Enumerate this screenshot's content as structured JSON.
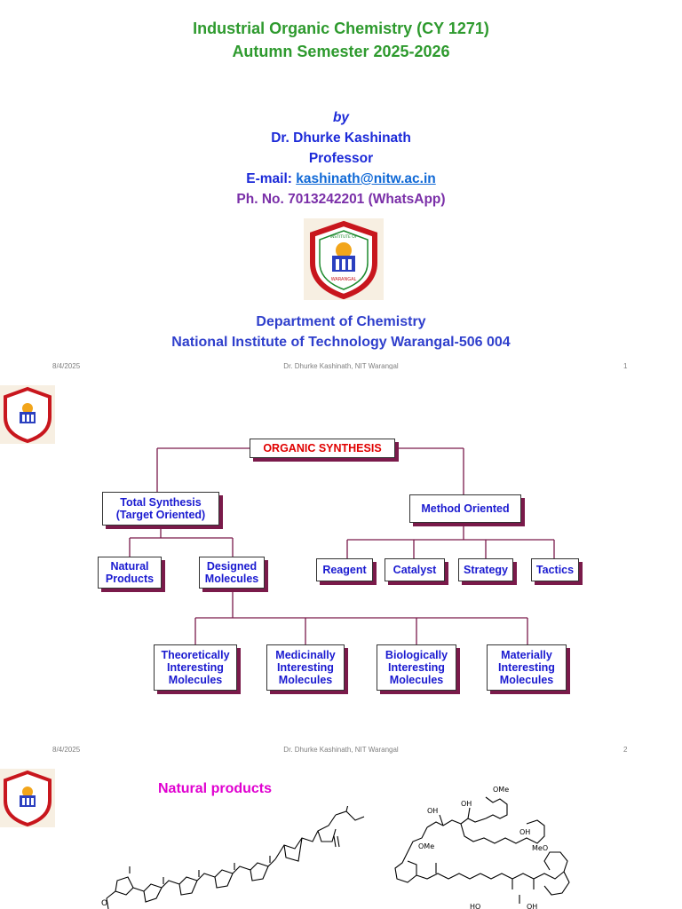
{
  "slide1": {
    "title_line1": "Industrial Organic Chemistry (CY 1271)",
    "title_line2": "Autumn Semester 2025-2026",
    "by": "by",
    "author": "Dr. Dhurke Kashinath",
    "position": "Professor",
    "email_label": "E-mail:",
    "email": "kashinath@nitw.ac.in",
    "phone": "Ph. No. 7013242201 (WhatsApp)",
    "department": "Department of Chemistry",
    "institute": "National Institute of Technology Warangal-506 004",
    "logo_text_top": "INSTITUTE OF",
    "logo_text_bottom": "WARANGAL",
    "footer": {
      "date": "8/4/2025",
      "author": "Dr. Dhurke Kashinath, NIT Warangal",
      "page": "1"
    }
  },
  "slide2": {
    "root": "ORGANIC  SYNTHESIS",
    "total_synthesis_line1": "Total Synthesis",
    "total_synthesis_line2": "(Target Oriented)",
    "method_oriented": "Method Oriented",
    "natural_products_line1": "Natural",
    "natural_products_line2": "Products",
    "designed_molecules_line1": "Designed",
    "designed_molecules_line2": "Molecules",
    "reagent": "Reagent",
    "catalyst": "Catalyst",
    "strategy": "Strategy",
    "tactics": "Tactics",
    "theoretical_line1": "Theoretically",
    "theoretical_line2": "Interesting",
    "theoretical_line3": "Molecules",
    "medicinal_line1": "Medicinally",
    "medicinal_line2": "Interesting",
    "medicinal_line3": "Molecules",
    "biological_line1": "Biologically",
    "biological_line2": "Interesting",
    "biological_line3": "Molecules",
    "material_line1": "Materially",
    "material_line2": "Interesting",
    "material_line3": "Molecules",
    "footer": {
      "date": "8/4/2025",
      "author": "Dr. Dhurke Kashinath, NIT Warangal",
      "page": "2"
    }
  },
  "slide3": {
    "title": "Natural products",
    "label_ome_top": "OMe",
    "label_oh1": "OH",
    "label_oh2": "OH",
    "label_ome_left": "OMe",
    "label_meo": "MeO",
    "label_oh3": "OH",
    "label_ho": "HO",
    "label_oh4": "OH",
    "label_o_ketone": "O"
  },
  "colors": {
    "title_green": "#2e9a2e",
    "text_blue": "#1c2ad8",
    "phone_purple": "#7a2fa8",
    "box_shadow": "#7a1a4a",
    "root_red": "#e00000",
    "np_magenta": "#e000d0"
  }
}
